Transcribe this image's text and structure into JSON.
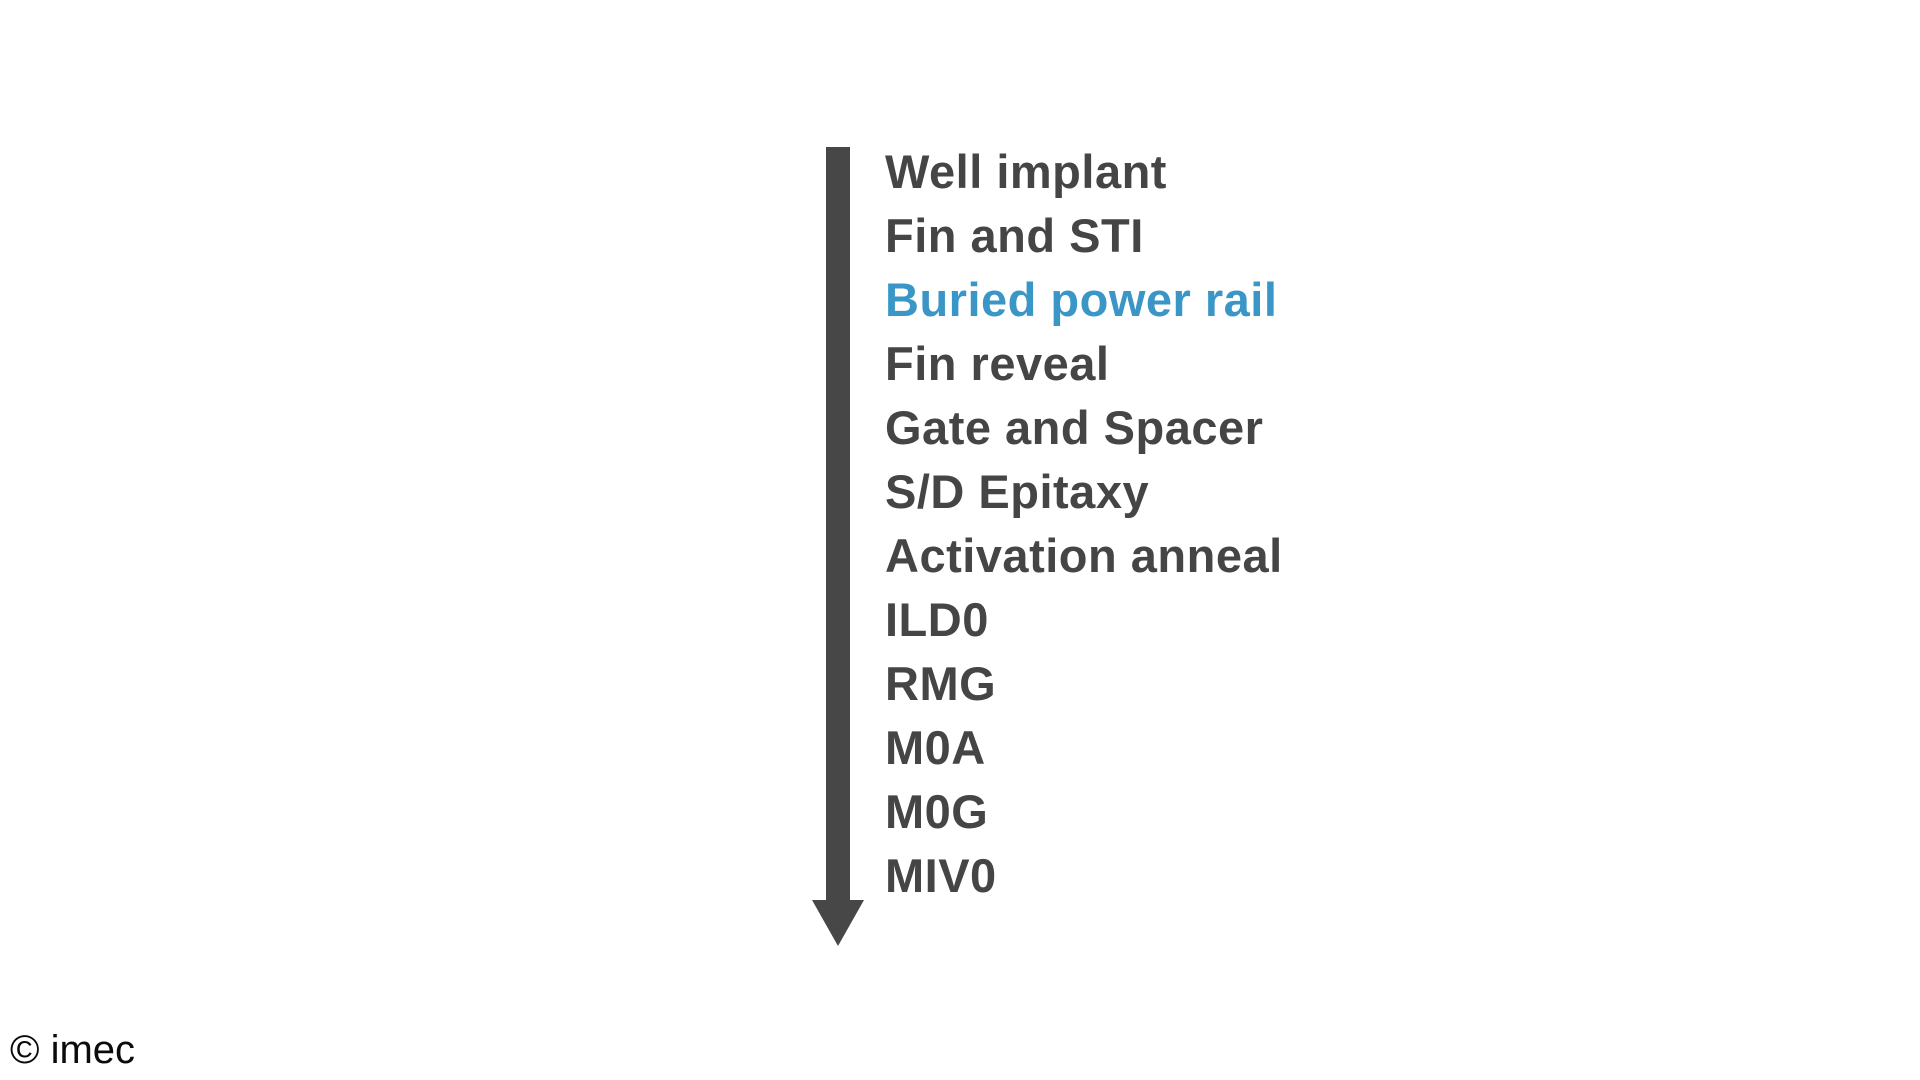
{
  "process_flow": {
    "steps": [
      {
        "label": "Well implant",
        "highlighted": false
      },
      {
        "label": "Fin and STI",
        "highlighted": false
      },
      {
        "label": "Buried power rail",
        "highlighted": true
      },
      {
        "label": "Fin reveal",
        "highlighted": false
      },
      {
        "label": "Gate and Spacer",
        "highlighted": false
      },
      {
        "label": "S/D Epitaxy",
        "highlighted": false
      },
      {
        "label": "Activation anneal",
        "highlighted": false
      },
      {
        "label": "ILD0",
        "highlighted": false
      },
      {
        "label": "RMG",
        "highlighted": false
      },
      {
        "label": "M0A",
        "highlighted": false
      },
      {
        "label": "M0G",
        "highlighted": false
      },
      {
        "label": "MIV0",
        "highlighted": false
      }
    ]
  },
  "colors": {
    "step_text": "#454545",
    "highlight": "#3a96c6",
    "arrow": "#474747"
  },
  "footer": {
    "copyright": "© imec"
  }
}
